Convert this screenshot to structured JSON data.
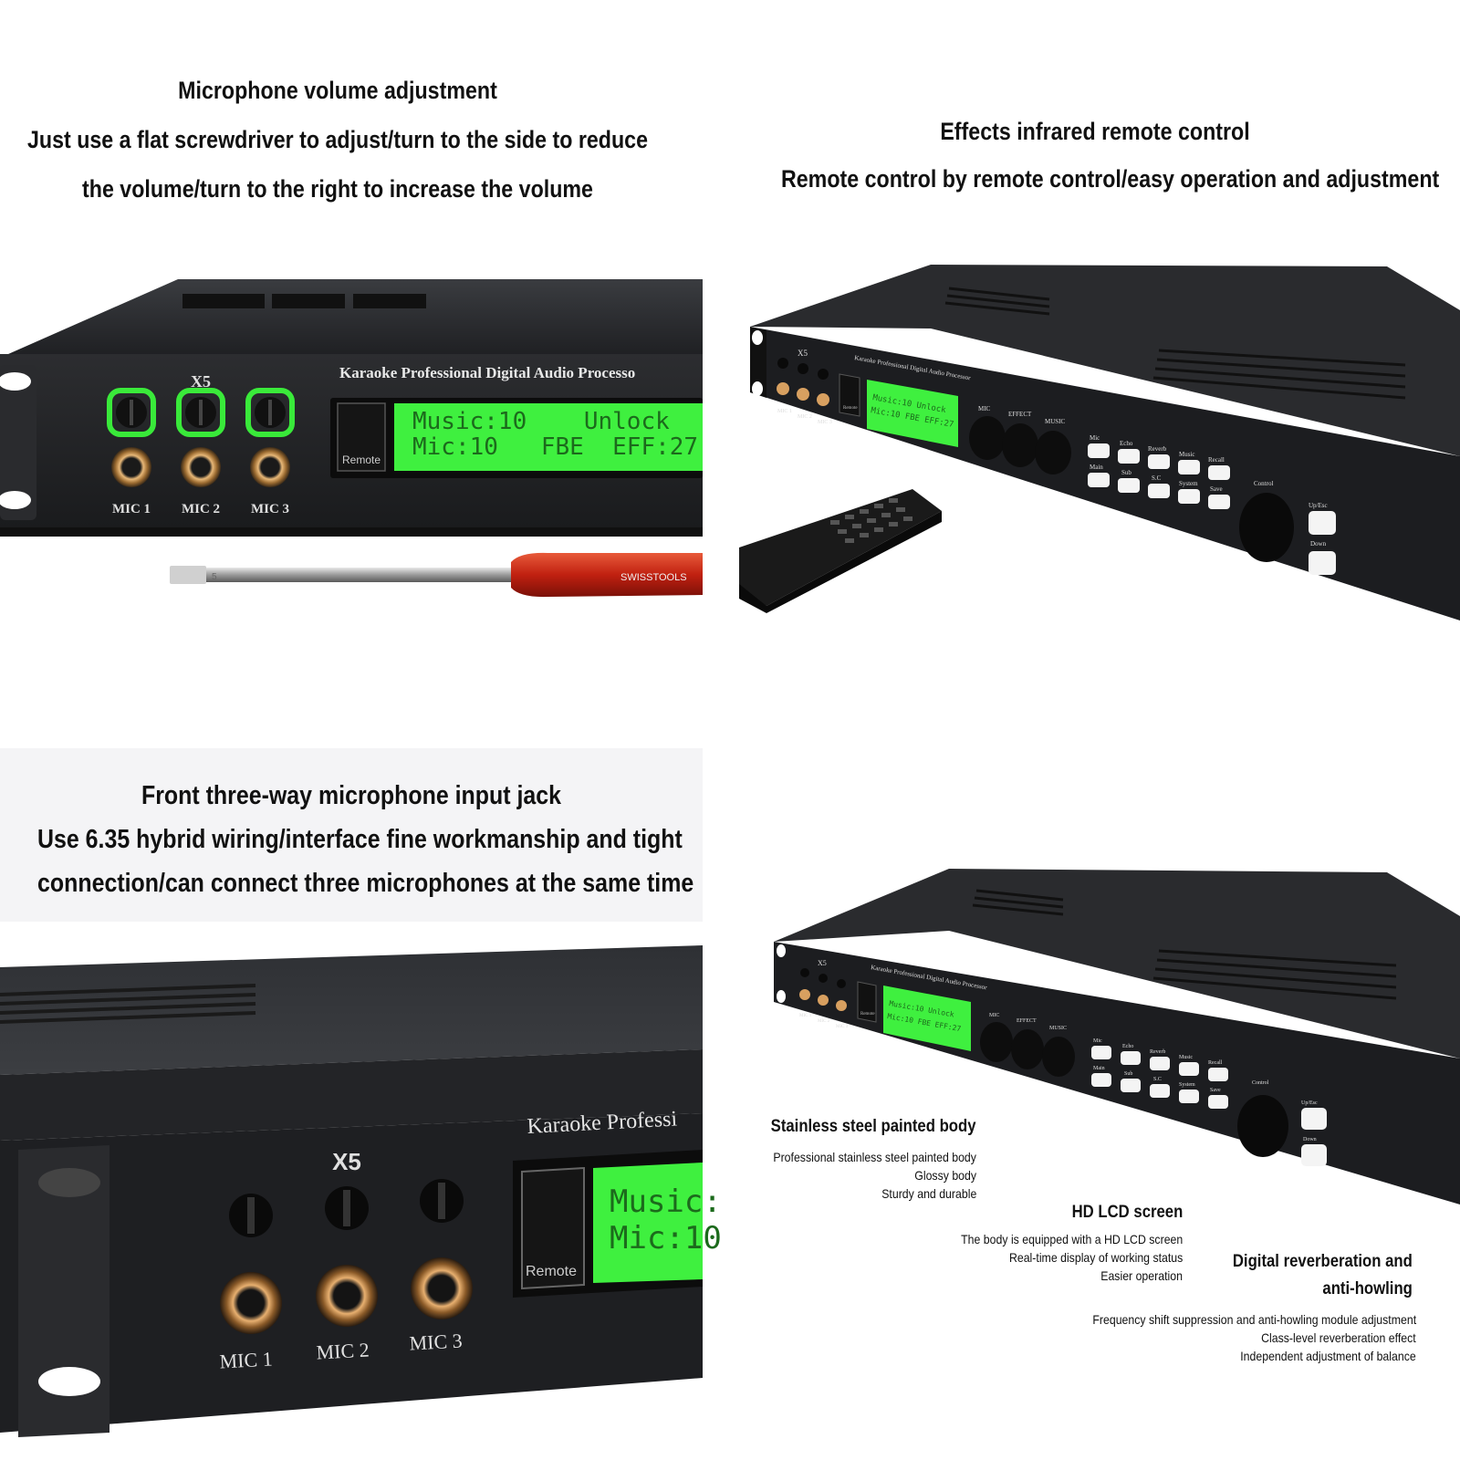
{
  "panel_top_left": {
    "caption": [
      "Microphone volume adjustment",
      "Just use a flat screwdriver to adjust/turn to the side to reduce",
      "the volume/turn to the right to increase the volume"
    ],
    "device": {
      "model": "X5",
      "brand_line": "Karaoke Professional Digital Audio Processo",
      "remote_label": "Remote",
      "lcd_line1": "Music:10    Unlock",
      "lcd_line2": "Mic:10   FBE  EFF:27",
      "mic_labels": [
        "MIC 1",
        "MIC 2",
        "MIC 3"
      ]
    },
    "screwdriver_text": "SWISSTOOLS",
    "screwdriver_size": "5"
  },
  "panel_top_right": {
    "caption": [
      "Effects infrared remote control",
      "Remote control by remote control/easy operation and adjustment"
    ],
    "device": {
      "model": "X5",
      "brand_line": "Karaoke Professional Digital Audio Processor",
      "remote_label": "Remote",
      "lcd_line1": "Music:10  Unlock",
      "lcd_line2": "Mic:10 FBE EFF:27",
      "mic_labels": [
        "MIC 1",
        "MIC 2",
        "MIC 3"
      ],
      "knob_labels": [
        "MIC",
        "EFFECT",
        "MUSIC"
      ],
      "button_top": [
        "Mic",
        "Echo",
        "Reverb",
        "Music",
        "Recall"
      ],
      "button_bottom": [
        "Main",
        "Sub",
        "S.C",
        "System",
        "Save"
      ],
      "control_label": "Control",
      "up_label": "Up/Esc",
      "down_label": "Down"
    }
  },
  "panel_bottom_left": {
    "caption": [
      "Front three-way microphone input jack",
      "Use 6.35 hybrid wiring/interface fine workmanship and tight",
      "connection/can connect three microphones at the same time"
    ],
    "device": {
      "model": "X5",
      "brand_line": "Karaoke Professi",
      "remote_label": "Remote",
      "lcd_line1": "Music:",
      "lcd_line2": "Mic:10",
      "mic_labels": [
        "MIC 1",
        "MIC 2",
        "MIC 3"
      ]
    }
  },
  "panel_bottom_right": {
    "device": {
      "model": "X5",
      "brand_line": "Karaoke Professional Digital Audio Processor",
      "remote_label": "Remote",
      "lcd_line1": "Music:10  Unlock",
      "lcd_line2": "Mic:10 FBE EFF:27",
      "mic_labels": [
        "MIC 1",
        "MIC 2",
        "MIC 3"
      ],
      "knob_labels": [
        "MIC",
        "EFFECT",
        "MUSIC"
      ],
      "button_top": [
        "Mic",
        "Echo",
        "Reverb",
        "Music",
        "Recall"
      ],
      "button_bottom": [
        "Main",
        "Sub",
        "S.C",
        "System",
        "Save"
      ],
      "control_label": "Control",
      "up_label": "Up/Esc",
      "down_label": "Down"
    },
    "features": [
      {
        "title": "Stainless steel painted body",
        "lines": [
          "Professional stainless steel painted body",
          "Glossy body",
          "Sturdy and durable"
        ]
      },
      {
        "title": "HD LCD screen",
        "lines": [
          "The body is equipped with a HD LCD screen",
          "Real-time display of working status",
          "Easier operation"
        ]
      },
      {
        "title": [
          "Digital reverberation and",
          "anti-howling"
        ],
        "lines": [
          "Frequency shift suppression and anti-howling module adjustment",
          "Class-level reverberation effect",
          "Independent adjustment of balance"
        ]
      }
    ]
  }
}
